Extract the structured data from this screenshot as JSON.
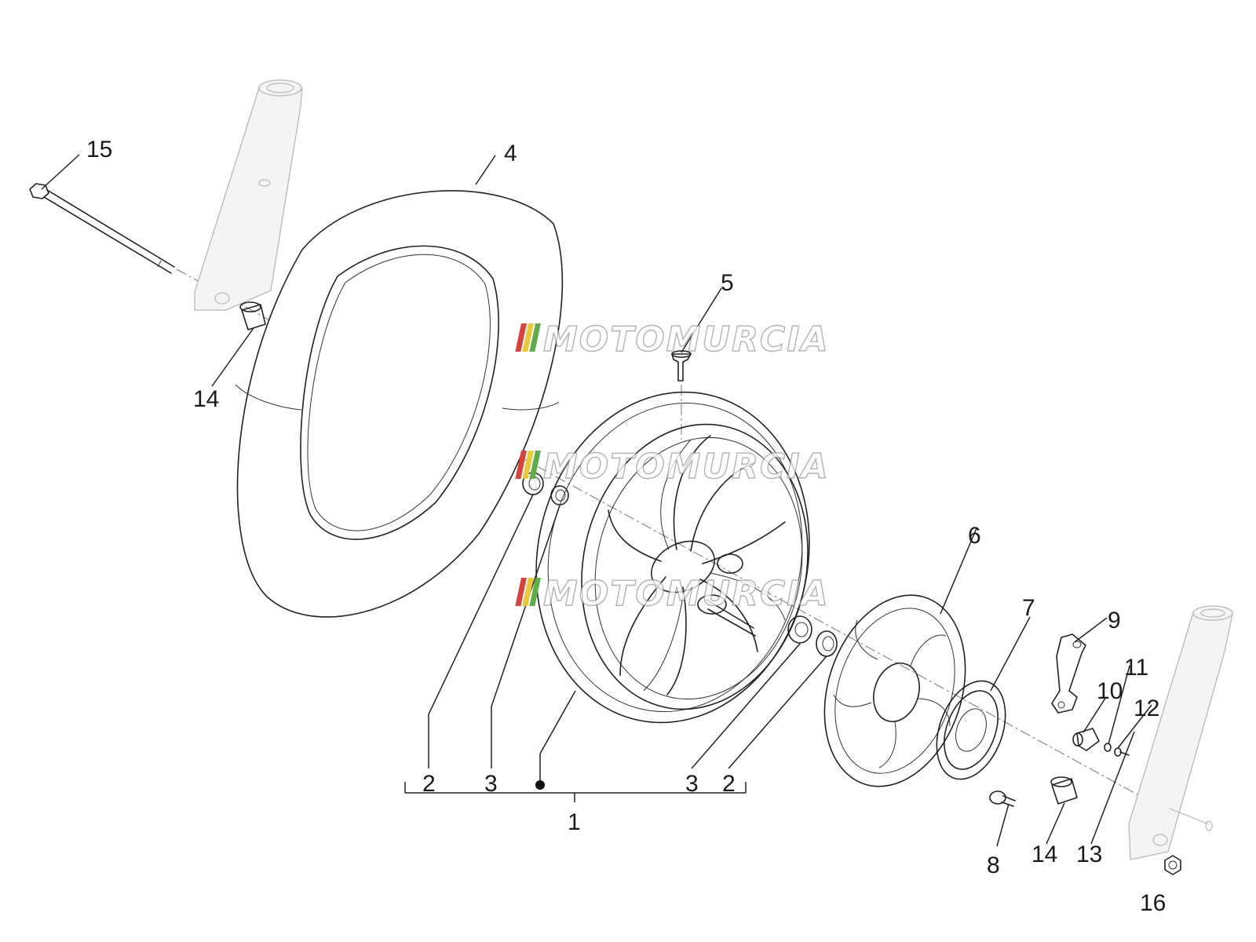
{
  "callouts": {
    "c1": "1",
    "c2a": "2",
    "c3a": "3",
    "c3b": "3",
    "c2b": "2",
    "c4": "4",
    "c5": "5",
    "c6": "6",
    "c7": "7",
    "c8": "8",
    "c9": "9",
    "c10": "10",
    "c11": "11",
    "c12": "12",
    "c13": "13",
    "c14a": "14",
    "c14b": "14",
    "c15": "15",
    "c16": "16"
  },
  "watermark": {
    "text": "MOTOMURCIA",
    "stripe_colors": [
      "#d9413a",
      "#e9c93a",
      "#5fae4c"
    ]
  },
  "colors": {
    "line": "#222222",
    "ghost_part": "#b8b8b8"
  }
}
